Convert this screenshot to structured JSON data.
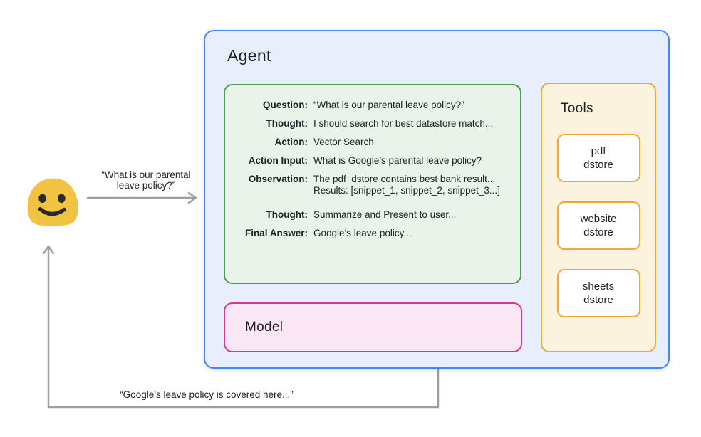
{
  "agent": {
    "title": "Agent"
  },
  "trace": {
    "rows": [
      {
        "label": "Question:",
        "value": "“What is our parental leave policy?”"
      },
      {
        "label": "Thought:",
        "value": "I should search for best datastore match..."
      },
      {
        "label": "Action:",
        "value": "Vector Search"
      },
      {
        "label": "Action Input:",
        "value": "What is Google’s parental leave policy?"
      },
      {
        "label": "Observation:",
        "value": "The pdf_dstore contains best bank result..."
      },
      {
        "label": "",
        "value": "Results: [snippet_1, snippet_2, snippet_3...]"
      },
      {
        "label": "Thought:",
        "value": "Summarize and Present to user..."
      },
      {
        "label": "Final Answer:",
        "value": "Google’s leave policy..."
      }
    ]
  },
  "model": {
    "title": "Model"
  },
  "tools": {
    "title": "Tools",
    "items": [
      {
        "line1": "pdf",
        "line2": "dstore"
      },
      {
        "line1": "website",
        "line2": "dstore"
      },
      {
        "line1": "sheets",
        "line2": "dstore"
      }
    ]
  },
  "user": {
    "emoji": "smiley-face",
    "query_line1": "“What is our parental",
    "query_line2": "leave policy?”",
    "response": "“Google’s leave policy is covered here...”"
  },
  "colors": {
    "agent_border": "#4285F4",
    "agent_bg": "#E8EEFC",
    "trace_border": "#4C9E57",
    "trace_bg": "#E9F3EA",
    "model_border": "#D5388F",
    "model_bg": "#FBE7F3",
    "tools_border": "#EFA838",
    "tools_bg": "#FCF3DE",
    "tool_item_bg": "#FFFFFF",
    "arrow_gray": "#9AA0A6",
    "text": "#202124",
    "emoji_yellow": "#F2C243"
  }
}
